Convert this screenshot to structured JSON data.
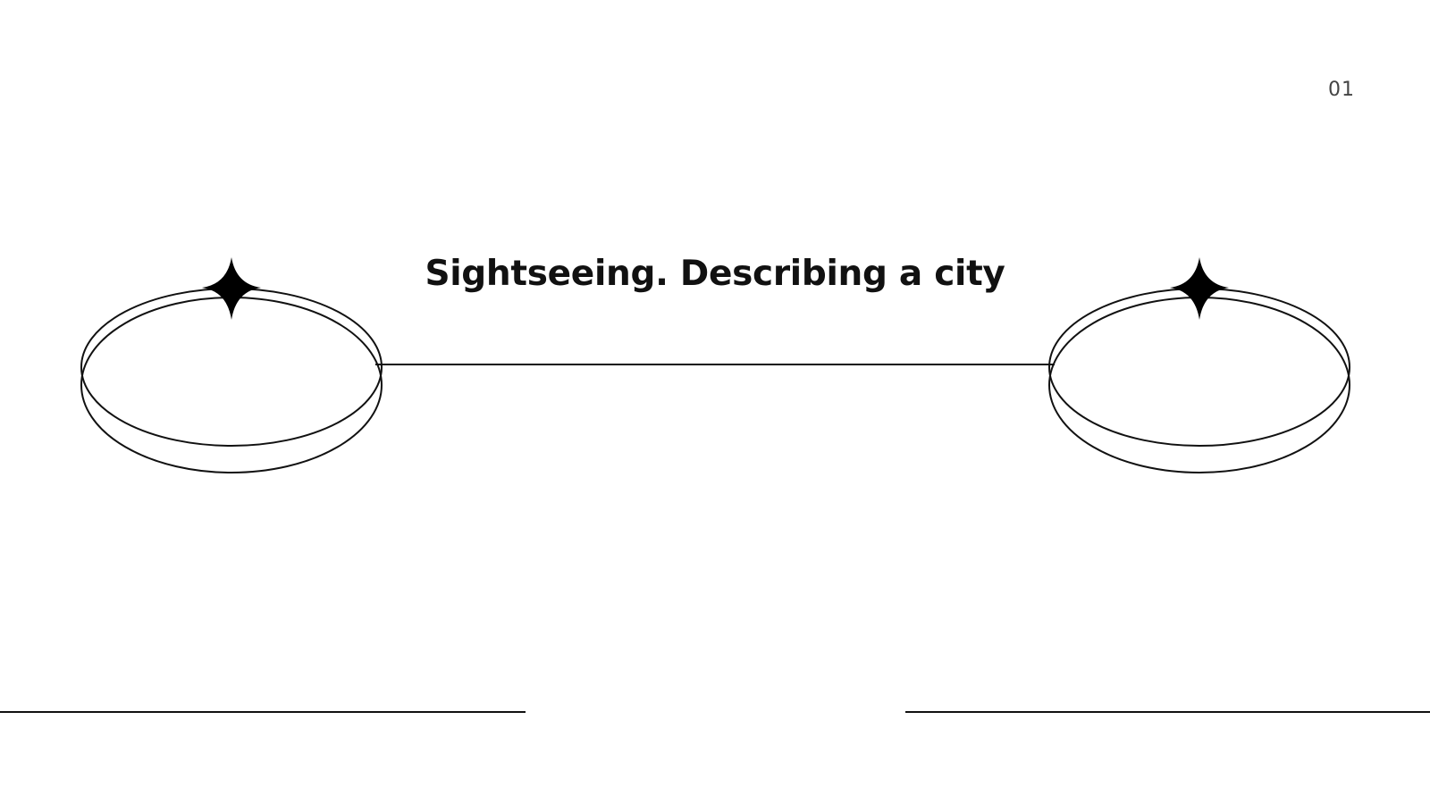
{
  "slide": {
    "page_number": "01",
    "title": "Sightseeing. Describing a city"
  },
  "decorations": {
    "left_emblem": "ring-with-sparkle-icon",
    "right_emblem": "ring-with-sparkle-icon",
    "connector": "horizontal-line",
    "footer_lines": [
      "left-rule",
      "right-rule"
    ]
  },
  "colors": {
    "background": "#ffffff",
    "stroke": "#111111",
    "text": "#111111",
    "page_number": "#444444"
  }
}
